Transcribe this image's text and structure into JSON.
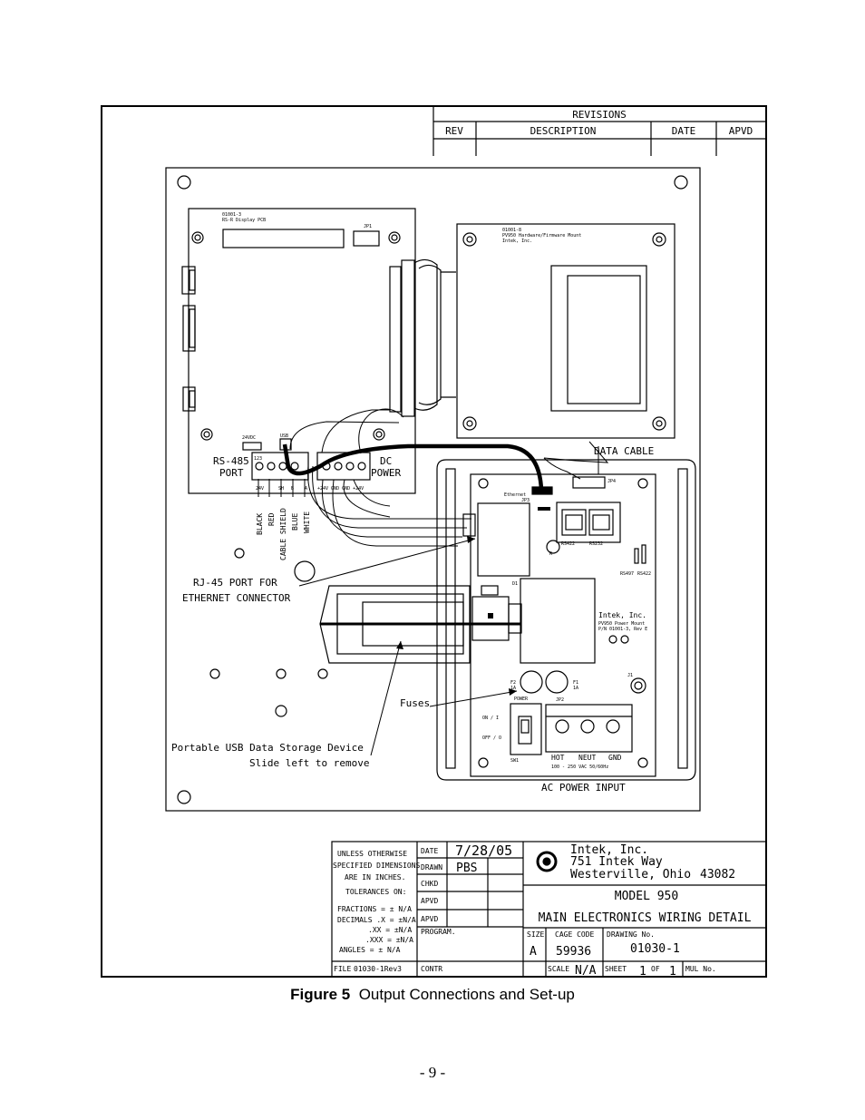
{
  "revisions": {
    "title": "REVISIONS",
    "headers": [
      "REV",
      "DESCRIPTION",
      "DATE",
      "APVD"
    ]
  },
  "board_labels": {
    "display_pcb_part": "01001-3",
    "display_pcb_name": "RS-R Display PCB",
    "display_jp1": "JP1",
    "hardware_part": "01001-8",
    "hardware_name": "PV950 Hardware/Firmware Mount",
    "hardware_maker": "Intek, Inc.",
    "v24dc": "24VDC",
    "usb": "USB",
    "pin_numbers": "123",
    "rs485_line1": "RS-485",
    "rs485_line2": "PORT",
    "dc_line1": "DC",
    "dc_line2": "POWER",
    "rs485_pins": [
      "24V",
      "SH",
      "B",
      "A"
    ],
    "dc_pins": "+24V GND GND +24V",
    "wire_colors": [
      "BLACK",
      "RED",
      "CABLE SHIELD",
      "BLUE",
      "WHITE"
    ],
    "data_cable": "DATA CABLE",
    "main_jp4": "JP4",
    "ethernet": "Ethernet",
    "main_jp3": "JP3",
    "port_rs422": "RS422",
    "port_rs232": "RS232",
    "small_r": "R",
    "switch_rs497": "RS497",
    "switch_rs422": "RS422",
    "connector_d1": "D1",
    "main_maker": "Intek, Inc.",
    "main_product": "PV950 Power Mount",
    "main_part": "P/N 01001-3, Rev E",
    "f2_line1": "F2",
    "f2_line2": "1A",
    "f1_line1": "F1",
    "f1_line2": "1A",
    "j1": "J1",
    "power_label": "POWER",
    "jp2": "JP2",
    "sw_on": "ON / I",
    "sw_off": "OFF / O",
    "sw1": "SW1",
    "term_hot": "HOT",
    "term_neut": "NEUT",
    "term_gnd": "GND",
    "ac_rating": "100 - 250 VAC 50/60Hz",
    "ac_power_input": "AC POWER INPUT",
    "rj45_line1": "RJ-45 PORT FOR",
    "rj45_line2": "ETHERNET CONNECTOR",
    "fuses": "Fuses",
    "usb_line1": "Portable USB Data Storage Device",
    "usb_line2": "Slide left to remove"
  },
  "title_block": {
    "general": [
      "UNLESS OTHERWISE",
      "SPECIFIED DIMENSIONS",
      "ARE IN INCHES.",
      "TOLERANCES ON:"
    ],
    "tolerances": [
      "FRACTIONS = ± N/A",
      "DECIMALS .X = ±N/A",
      ".XX = ±N/A",
      ".XXX = ±N/A",
      "ANGLES = ± N/A"
    ],
    "date_label": "DATE",
    "date_value": "7/28/05",
    "drawn_label": "DRAWN",
    "drawn_value": "PBS",
    "chkd_label": "CHKD",
    "apvd_label_1": "APVD",
    "apvd_label_2": "APVD",
    "program_label": "PROGRAM.",
    "contr_label": "CONTR",
    "file_label": "FILE",
    "file_value": "01030-1Rev3",
    "company": "Intek, Inc.",
    "address": "751 Intek Way",
    "city": "Westerville, Ohio",
    "zip": "43082",
    "model": "MODEL 950",
    "drawing_title": "MAIN ELECTRONICS WIRING DETAIL",
    "size_label": "SIZE",
    "size_value": "A",
    "cage_label": "CAGE CODE",
    "cage_value": "59936",
    "drawing_no_label": "DRAWING No.",
    "drawing_no_value": "01030-1",
    "scale_label": "SCALE",
    "scale_value": "N/A",
    "sheet_label": "SHEET",
    "sheet_value": "1",
    "sheet_of": "OF",
    "sheet_total": "1",
    "mul_label": "MUL No."
  },
  "caption": {
    "label": "Figure 5",
    "text": "Output Connections and Set-up"
  },
  "page_number": "- 9 -"
}
